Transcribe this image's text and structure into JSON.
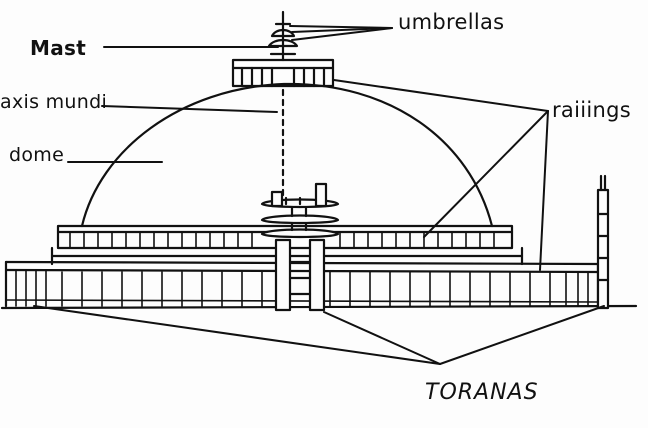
{
  "labels": {
    "umbrellas": "umbrellas",
    "mast": "Mast",
    "axis_mundi": "axis mundi",
    "railings": "raiiings",
    "dome": "dome",
    "toranas": "TORANAS"
  },
  "colors": {
    "ink": "#111111",
    "background": "#fdfdfd"
  }
}
